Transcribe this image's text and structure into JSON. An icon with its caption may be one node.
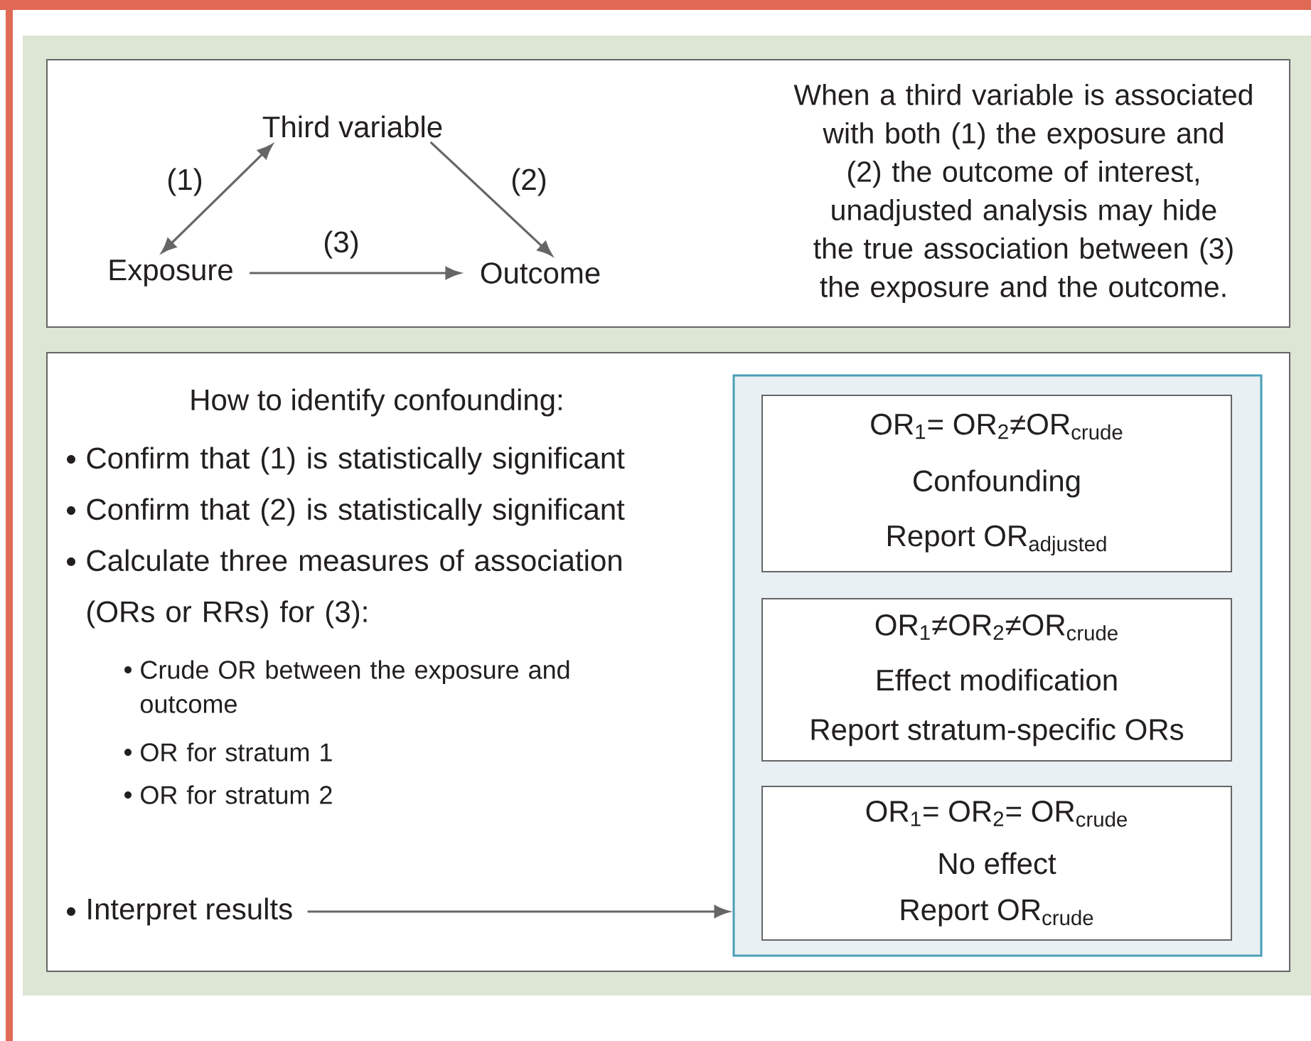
{
  "diagram": {
    "nodes": [
      {
        "text": [
          "When a third variable is associated with both (1) the exposure and (2) the outcome of interest, unadjusted analysis may hide the true association between (3) the exposure and the outcome."
        ]
      },
      {
        "text": [
          "Third variable"
        ],
        "in": 0
      },
      {
        "text": [
          "Exposure"
        ],
        "in": 0
      },
      {
        "text": [
          "Outcome"
        ],
        "in": 0
      },
      {
        "text": [
          "How to identify confounding:",
          "Confirm that (1) is statistically significant",
          "Confirm that (2) is statistically significant",
          "Calculate three measures of association (ORs or RRs) for (3):",
          "Crude OR between the exposure and outcome",
          "OR for stratum 1",
          "OR for stratum 2"
        ]
      },
      {
        "text": [
          "Interpret results"
        ],
        "in": 4
      },
      {
        "text": [],
        "shape": "box",
        "in": 4
      },
      {
        "text": [
          "OR$_{1}$= OR$_{2}$≠OR$_{crude}$",
          "Confounding",
          "Report OR$_{adjusted}$"
        ],
        "in": 6
      },
      {
        "text": [
          "OR$_{1}$≠OR$_{2}$≠OR$_{crude}$",
          "Effect modification",
          "Report stratum-specific ORs"
        ],
        "in": 6
      },
      {
        "text": [
          "OR$_{1}$= OR$_{2}$= OR$_{crude}$",
          "No effect",
          "Report OR$_{crude}$"
        ],
        "in": 6
      }
    ],
    "edges": [
      {
        "from": 2,
        "to": 1,
        "arrow": "both",
        "label": "(1)"
      },
      {
        "from": 1,
        "to": 3,
        "arrow": "to",
        "label": "(2)"
      },
      {
        "from": 2,
        "to": 3,
        "arrow": "to",
        "label": "(3)"
      },
      {
        "from": 5,
        "to": 6,
        "arrow": "to"
      }
    ]
  }
}
